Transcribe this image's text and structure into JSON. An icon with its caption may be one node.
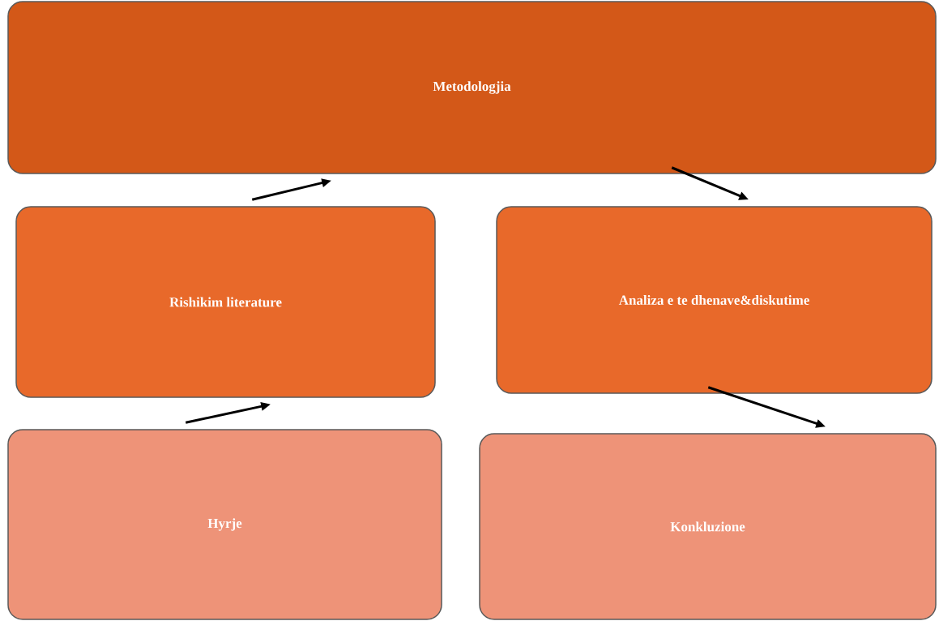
{
  "diagram": {
    "nodes": [
      {
        "text": [
          "Metodologjia"
        ]
      },
      {
        "text": [
          "Rishikim literature"
        ]
      },
      {
        "text": [
          "Analiza e te dhenave&diskutime"
        ]
      },
      {
        "text": [
          "Hyrje"
        ]
      },
      {
        "text": [
          "Konkluzione"
        ]
      }
    ],
    "edges": [
      {
        "from": 3,
        "to": 1,
        "arrow": "to"
      },
      {
        "from": 1,
        "to": 0,
        "arrow": "to"
      },
      {
        "from": 0,
        "to": 2,
        "arrow": "to"
      },
      {
        "from": 2,
        "to": 4,
        "arrow": "to"
      }
    ]
  }
}
